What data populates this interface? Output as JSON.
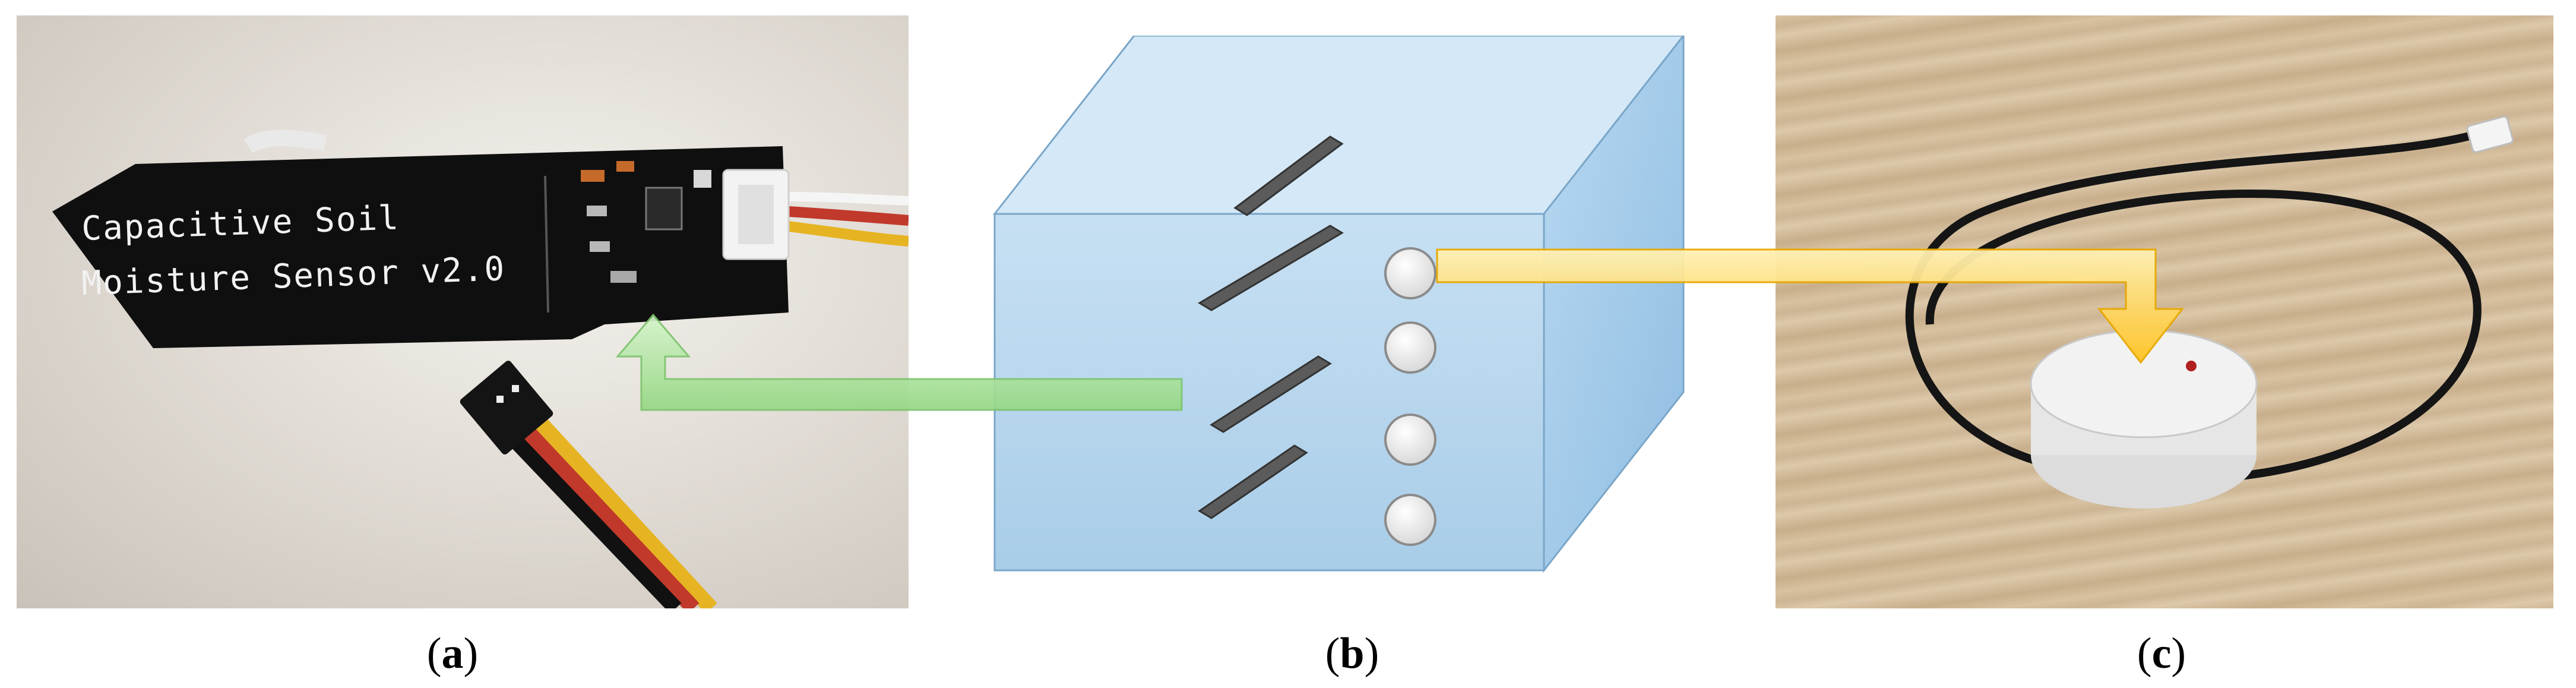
{
  "figure": {
    "panels": [
      {
        "id": "a",
        "caption_open": "(",
        "caption_letter": "a",
        "caption_close": ")"
      },
      {
        "id": "b",
        "caption_open": "(",
        "caption_letter": "b",
        "caption_close": ")"
      },
      {
        "id": "c",
        "caption_open": "(",
        "caption_letter": "c",
        "caption_close": ")"
      }
    ],
    "sensor_board": {
      "line1": "Capacitive  Soil",
      "line2": "Moisture Sensor v2.0"
    },
    "colors": {
      "board": "#111111",
      "cube": "#a9cde8",
      "green_arrow": "#a8e39a",
      "yellow_arrow": "#ffcf3a"
    }
  }
}
